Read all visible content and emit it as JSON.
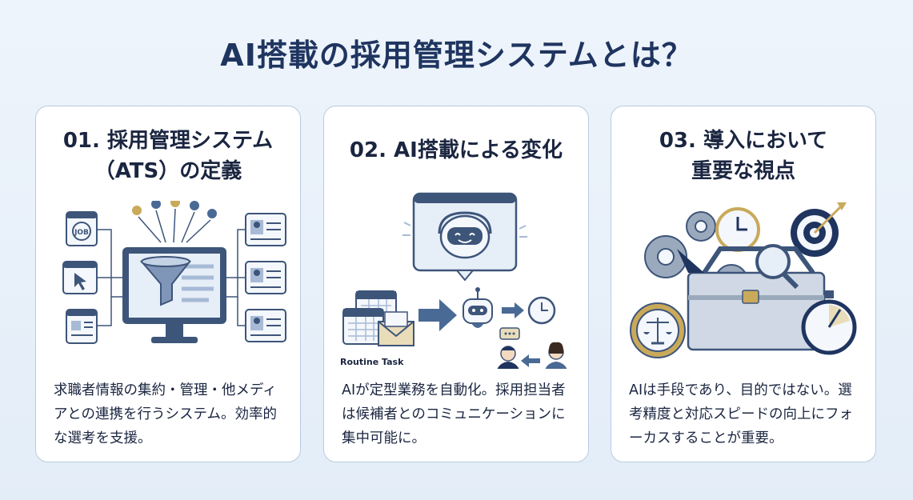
{
  "title": "AI搭載の採用管理システムとは？",
  "cards": [
    {
      "heading_line1": "01. 採用管理システム",
      "heading_line2": "（ATS）の定義",
      "body": "求職者情報の集約・管理・他メディアとの連携を行うシステム。効率的な選考を支援。",
      "illus": {
        "job_label": "JOB"
      }
    },
    {
      "heading_line1": "02. AI搭載による変化",
      "heading_line2": "",
      "body": "AIが定型業務を自動化。採用担当者は候補者とのコミュニケーションに集中可能に。",
      "illus": {
        "routine_label": "Routine Task"
      }
    },
    {
      "heading_line1": "03. 導入において",
      "heading_line2": "重要な視点",
      "body": "AIは手段であり、目的ではない。選考精度と対応スピードの向上にフォーカスすることが重要。"
    }
  ],
  "colors": {
    "navy": "#1f3560",
    "steel": "#4a6a96",
    "gold": "#c9a95a",
    "light": "#e6eef8"
  }
}
